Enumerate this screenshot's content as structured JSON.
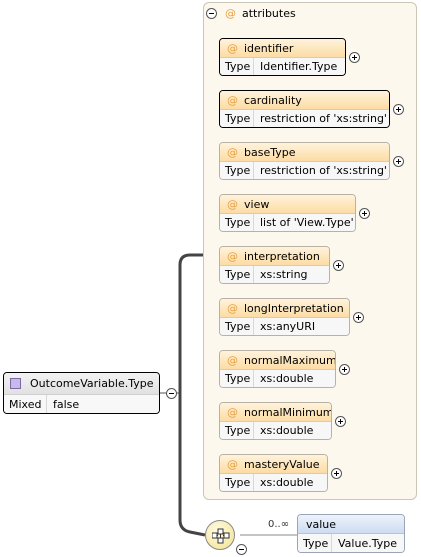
{
  "element": {
    "name": "OutcomeVariable.Type",
    "mixed_label": "Mixed",
    "mixed_value": "false",
    "icon": "complex-type-icon"
  },
  "attributes_group": {
    "title": "attributes",
    "type_label": "Type",
    "items": [
      {
        "name": "identifier",
        "type": "Identifier.Type",
        "required": true
      },
      {
        "name": "cardinality",
        "type": "restriction of 'xs:string'",
        "required": true
      },
      {
        "name": "baseType",
        "type": "restriction of 'xs:string'",
        "required": false
      },
      {
        "name": "view",
        "type": "list of 'View.Type'",
        "required": false
      },
      {
        "name": "interpretation",
        "type": "xs:string",
        "required": false
      },
      {
        "name": "longInterpretation",
        "type": "xs:anyURI",
        "required": false
      },
      {
        "name": "normalMaximum",
        "type": "xs:double",
        "required": false
      },
      {
        "name": "normalMinimum",
        "type": "xs:double",
        "required": false
      },
      {
        "name": "masteryValue",
        "type": "xs:double",
        "required": false
      }
    ]
  },
  "sequence": {
    "occurrence": "0..∞",
    "icon": "sequence-icon"
  },
  "value_element": {
    "name": "value",
    "type_label": "Type",
    "type": "Value.Type"
  },
  "colors": {
    "attribute_header": "#fcdca4",
    "group_background": "#fdf8ee",
    "element_icon": "#c9b8ea",
    "value_header": "#cddcf2"
  }
}
